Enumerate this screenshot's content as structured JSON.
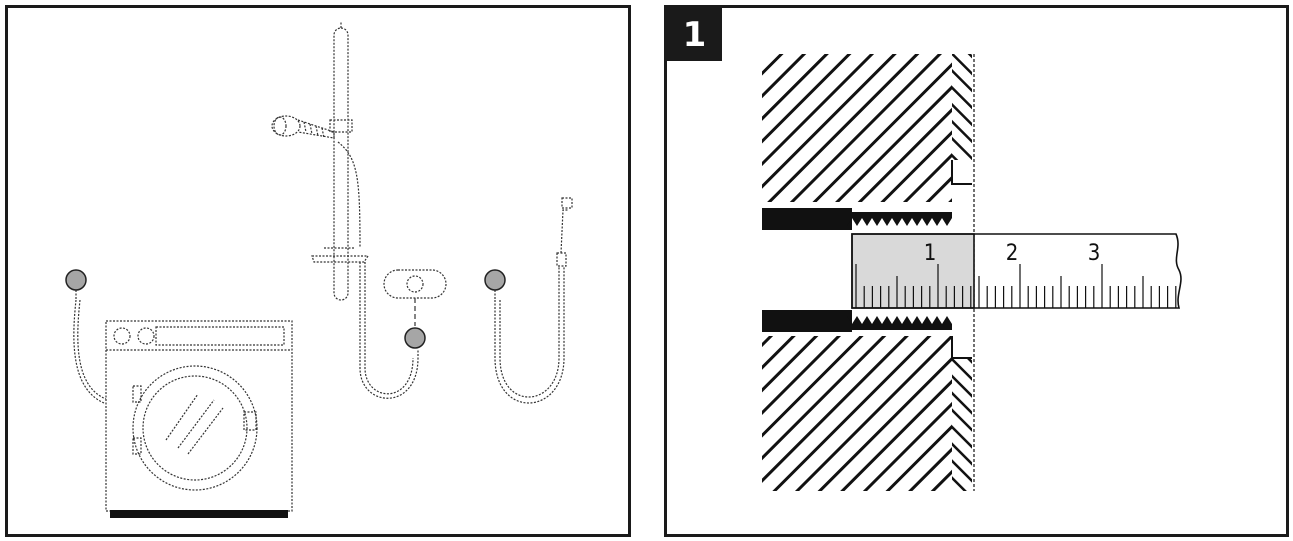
{
  "panels": {
    "left": {
      "name": "installation-overview"
    },
    "right": {
      "step_label": "1",
      "ruler_labels": [
        "1",
        "2",
        "3"
      ],
      "colors": {
        "shaded": "#d9d9d9",
        "ink": "#111111",
        "fitting": "#9a9a9a"
      }
    }
  }
}
